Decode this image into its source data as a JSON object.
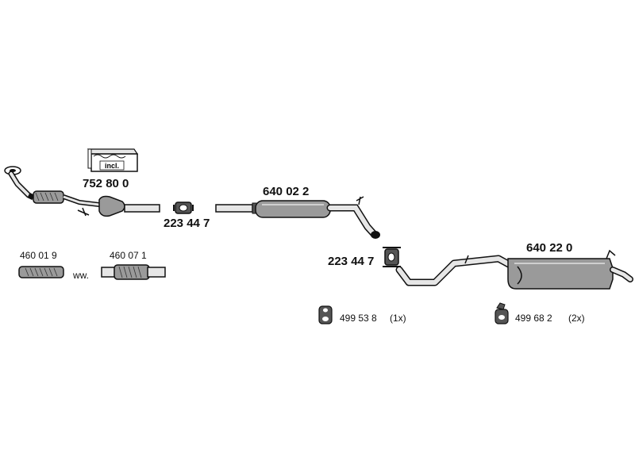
{
  "parts": {
    "kit_incl_text": "incl.",
    "kit": "752 80 0",
    "front_pipe": "",
    "clamp_1": "223 44 7",
    "middle_silencer": "640 02 2",
    "clamp_2": "223 44 7",
    "rear_silencer": "640 22 0",
    "flex_pipe_1": "460 01 9",
    "flex_separator": "ww.",
    "flex_pipe_2": "460 07 1",
    "hanger_1": "499 53 8",
    "hanger_1_qty": "(1x)",
    "hanger_2": "499 68 2",
    "hanger_2_qty": "(2x)"
  },
  "colors": {
    "line": "#111111",
    "fill_light": "#e6e6e6",
    "fill_mid": "#9a9a9a",
    "fill_dark": "#555555",
    "background": "#ffffff"
  }
}
